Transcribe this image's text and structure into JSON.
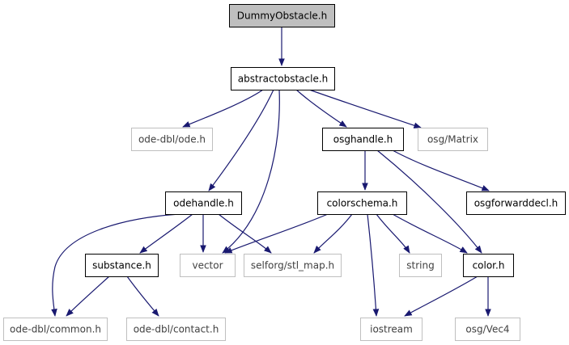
{
  "graph": {
    "colors": {
      "edge": "#191970",
      "root_fill": "#bfbfbf",
      "node_border": "#000000",
      "external_border": "#bfbfbf",
      "external_text": "#404040",
      "text": "#000000"
    },
    "nodes": [
      {
        "id": "dummyobstacle",
        "label": "DummyObstacle.h",
        "kind": "root"
      },
      {
        "id": "abstractobstacle",
        "label": "abstractobstacle.h",
        "kind": "internal"
      },
      {
        "id": "odedbl-ode",
        "label": "ode-dbl/ode.h",
        "kind": "external"
      },
      {
        "id": "osghandle",
        "label": "osghandle.h",
        "kind": "internal"
      },
      {
        "id": "osg-matrix",
        "label": "osg/Matrix",
        "kind": "external"
      },
      {
        "id": "odehandle",
        "label": "odehandle.h",
        "kind": "internal"
      },
      {
        "id": "colorschema",
        "label": "colorschema.h",
        "kind": "internal"
      },
      {
        "id": "osgforwarddecl",
        "label": "osgforwarddecl.h",
        "kind": "internal"
      },
      {
        "id": "substance",
        "label": "substance.h",
        "kind": "internal"
      },
      {
        "id": "vector",
        "label": "vector",
        "kind": "external"
      },
      {
        "id": "stl-map",
        "label": "selforg/stl_map.h",
        "kind": "external"
      },
      {
        "id": "string",
        "label": "string",
        "kind": "external"
      },
      {
        "id": "color",
        "label": "color.h",
        "kind": "internal"
      },
      {
        "id": "odedbl-common",
        "label": "ode-dbl/common.h",
        "kind": "external"
      },
      {
        "id": "odedbl-contact",
        "label": "ode-dbl/contact.h",
        "kind": "external"
      },
      {
        "id": "iostream",
        "label": "iostream",
        "kind": "external"
      },
      {
        "id": "osg-vec4",
        "label": "osg/Vec4",
        "kind": "external"
      }
    ],
    "edges": [
      {
        "from": "dummyobstacle",
        "to": "abstractobstacle"
      },
      {
        "from": "abstractobstacle",
        "to": "odedbl-ode"
      },
      {
        "from": "abstractobstacle",
        "to": "odehandle"
      },
      {
        "from": "abstractobstacle",
        "to": "vector"
      },
      {
        "from": "abstractobstacle",
        "to": "osghandle"
      },
      {
        "from": "abstractobstacle",
        "to": "osg-matrix"
      },
      {
        "from": "osghandle",
        "to": "colorschema"
      },
      {
        "from": "osghandle",
        "to": "osgforwarddecl"
      },
      {
        "from": "osghandle",
        "to": "color"
      },
      {
        "from": "odehandle",
        "to": "odedbl-common"
      },
      {
        "from": "odehandle",
        "to": "substance"
      },
      {
        "from": "odehandle",
        "to": "vector"
      },
      {
        "from": "odehandle",
        "to": "stl-map"
      },
      {
        "from": "colorschema",
        "to": "vector"
      },
      {
        "from": "colorschema",
        "to": "stl-map"
      },
      {
        "from": "colorschema",
        "to": "string"
      },
      {
        "from": "colorschema",
        "to": "iostream"
      },
      {
        "from": "colorschema",
        "to": "color"
      },
      {
        "from": "substance",
        "to": "odedbl-common"
      },
      {
        "from": "substance",
        "to": "odedbl-contact"
      },
      {
        "from": "color",
        "to": "iostream"
      },
      {
        "from": "color",
        "to": "osg-vec4"
      }
    ]
  }
}
